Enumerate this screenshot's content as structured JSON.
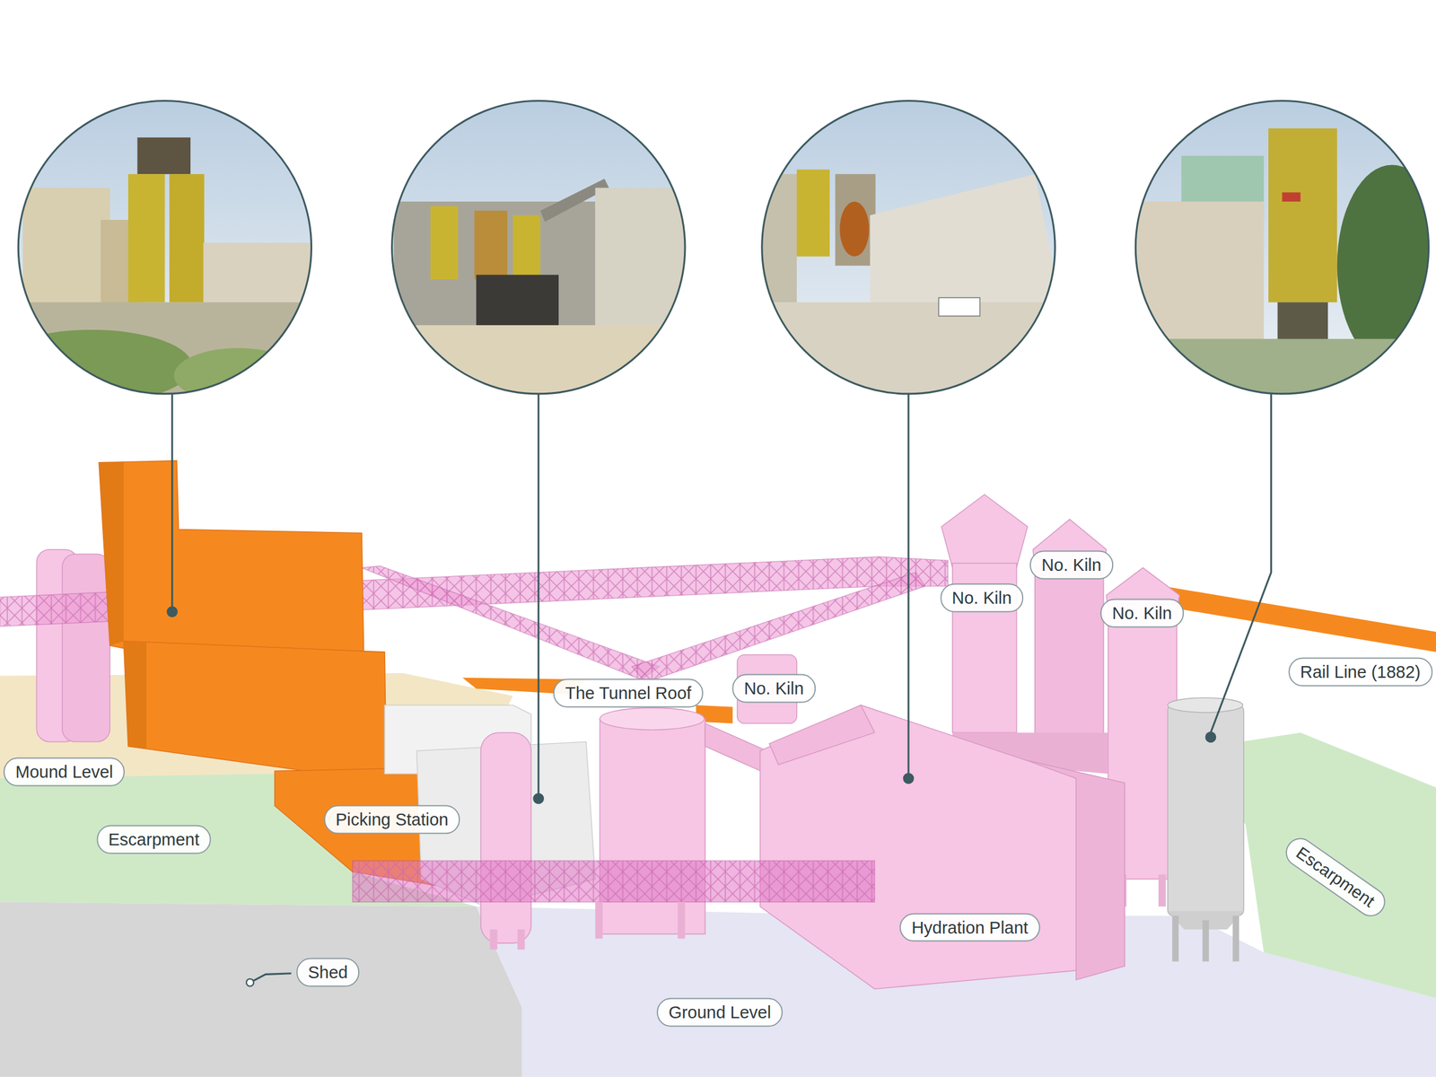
{
  "diagram": {
    "labels": [
      "Mound Level",
      "Escarpment",
      "Picking Station",
      "The Tunnel Roof",
      "No. Kiln",
      "No. Kiln",
      "No. Kiln",
      "No. Kiln",
      "Rail Line (1882)",
      "Shed",
      "Ground Level",
      "Hydration Plant",
      "Escarpment"
    ]
  }
}
